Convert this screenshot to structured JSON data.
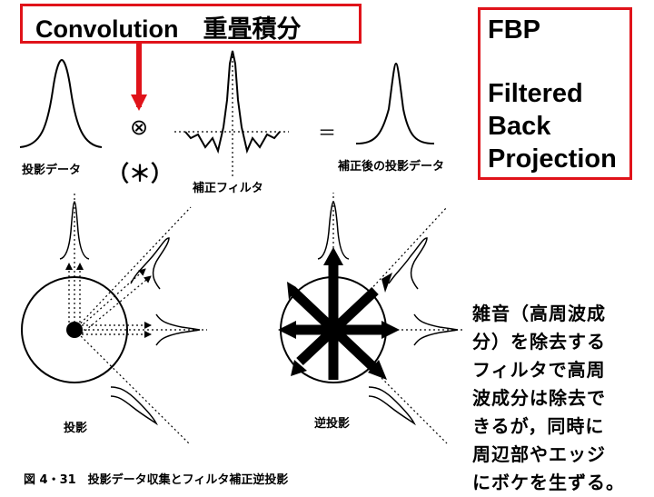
{
  "convolution_title": "Convolution　重畳積分",
  "fbp": {
    "lines": [
      "FBP",
      "Filtered",
      "Back",
      "Projection"
    ]
  },
  "labels": {
    "projection_data": "投影データ",
    "filter": "補正フィルタ",
    "corrected_data": "補正後の投影データ",
    "projection": "投影",
    "back_projection": "逆投影",
    "caption": "図 4・31　投影データ収集とフィルタ補正逆投影"
  },
  "operators": {
    "otimes": "⊗",
    "star": "（＊）",
    "equals": "＝"
  },
  "noise_text": [
    "雑音（高周波成",
    "分）を除去する",
    "フィルタで高周",
    "波成分は除去で",
    "きるが，同時に",
    "周辺部やエッジ",
    "にボケを生ずる。"
  ],
  "colors": {
    "accent_red": "#e0131a",
    "ink": "#000000"
  }
}
